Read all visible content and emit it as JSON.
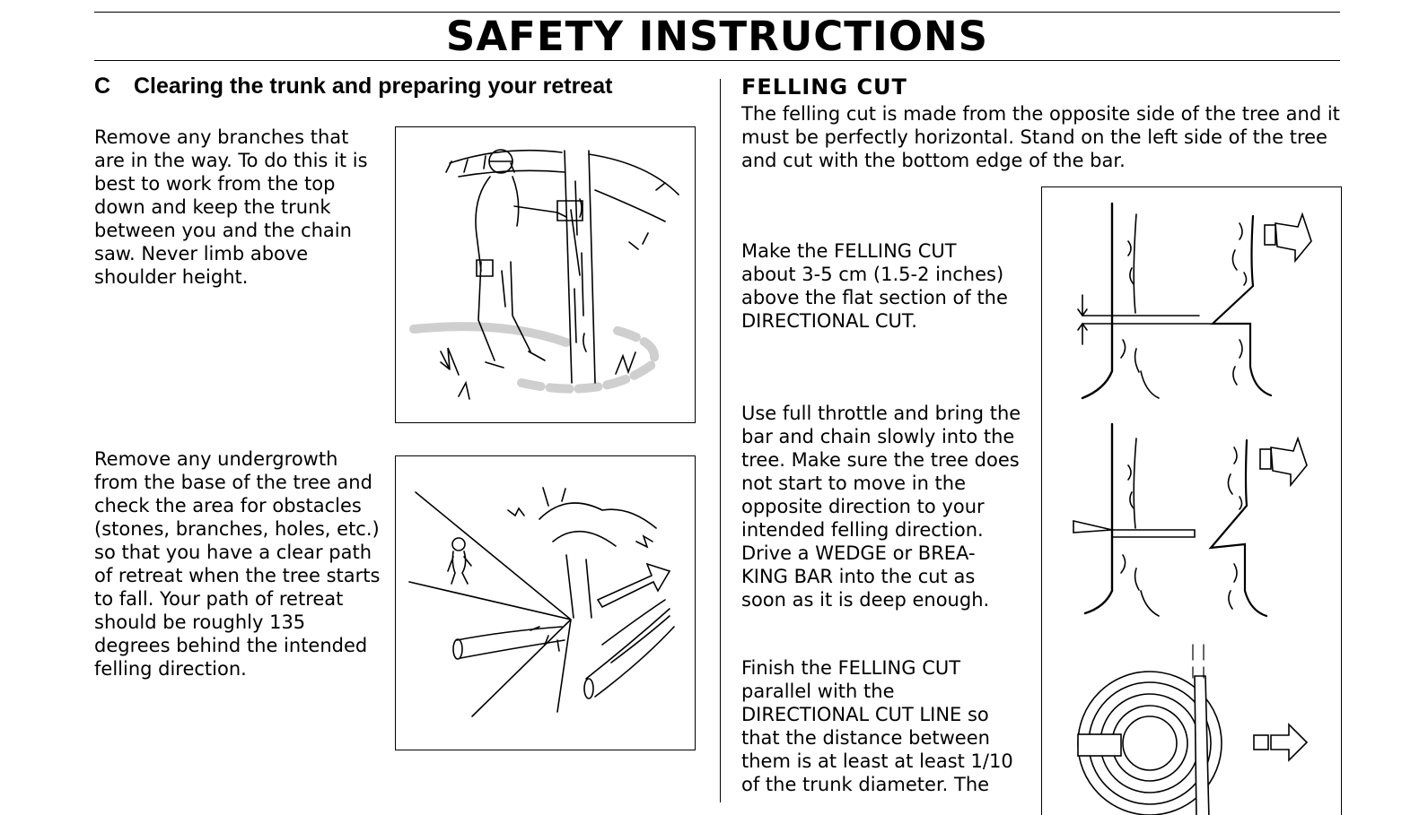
{
  "page": {
    "title": "SAFETY INSTRUCTIONS"
  },
  "left_section": {
    "letter": "C",
    "heading": "Clearing the trunk and preparing your retreat",
    "para1": "Remove any branches that\nare in the way. To do this it is\nbest to work from the top\ndown and keep the trunk\nbetween you and the chain\nsaw. Never limb above\nshoulder height.",
    "para2": "Remove any undergrowth\nfrom the base of the tree and\ncheck the area for obstacles\n(stones, branches, holes, etc.)\nso that you have a clear path\nof retreat when the tree starts\nto fall. Your path of retreat\nshould be roughly 135\ndegrees behind the intended\nfelling direction.",
    "figure1_icon": "limbing-operator-illustration",
    "figure2_icon": "retreat-path-illustration"
  },
  "right_section": {
    "heading": "FELLING CUT",
    "intro": "The felling cut is made from the opposite side of the tree and it\nmust be perfectly horizontal. Stand on the left side of the tree\nand cut with the bottom edge of the bar.",
    "step1": "Make the FELLING CUT\nabout 3-5 cm (1.5-2 inches)\nabove the flat section of the\nDIRECTIONAL CUT.",
    "step2": "Use full throttle and bring the\nbar and chain slowly into the\ntree. Make sure the tree does\nnot start to move in the\nopposite direction to your\nintended felling direction.\nDrive a WEDGE or BREA-\nKING BAR into the cut as\nsoon as it is deep enough.",
    "step3": "Finish the FELLING CUT\nparallel with the\nDIRECTIONAL CUT LINE so\nthat the distance between\nthem is at least at least 1/10\nof the trunk diameter. The",
    "figure_icon": "felling-cut-diagram"
  }
}
